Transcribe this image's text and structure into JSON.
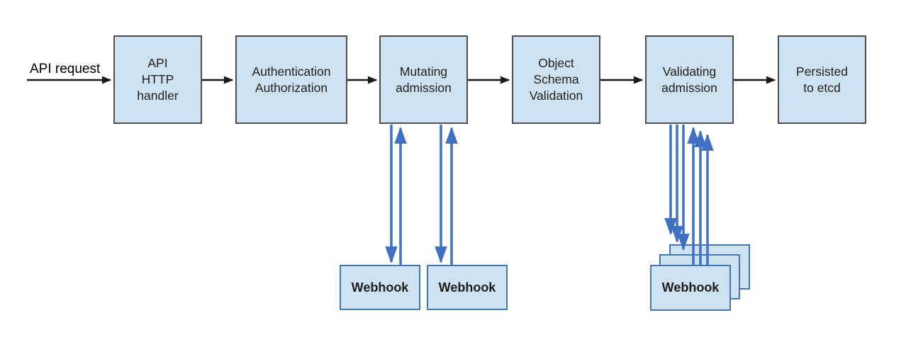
{
  "diagram": {
    "request_label": "API request",
    "nodes": [
      {
        "id": "api-http-handler",
        "label": "API\nHTTP\nhandler"
      },
      {
        "id": "authentication-authorization",
        "label": "Authentication\nAuthorization"
      },
      {
        "id": "mutating-admission",
        "label": "Mutating\nadmission"
      },
      {
        "id": "object-schema-validation",
        "label": "Object\nSchema\nValidation"
      },
      {
        "id": "validating-admission",
        "label": "Validating\nadmission"
      },
      {
        "id": "persisted-to-etcd",
        "label": "Persisted\nto etcd"
      }
    ],
    "webhooks": {
      "mutating": [
        {
          "label": "Webhook"
        },
        {
          "label": "Webhook"
        }
      ],
      "validating": {
        "front_label": "Webhook",
        "stack_count": 3
      }
    },
    "edges": [
      {
        "from": "api-request",
        "to": "api-http-handler",
        "style": "black-arrow"
      },
      {
        "from": "api-http-handler",
        "to": "authentication-authorization",
        "style": "black-arrow"
      },
      {
        "from": "authentication-authorization",
        "to": "mutating-admission",
        "style": "black-arrow"
      },
      {
        "from": "mutating-admission",
        "to": "object-schema-validation",
        "style": "black-arrow"
      },
      {
        "from": "object-schema-validation",
        "to": "validating-admission",
        "style": "black-arrow"
      },
      {
        "from": "validating-admission",
        "to": "persisted-to-etcd",
        "style": "black-arrow"
      },
      {
        "from": "mutating-admission",
        "to": "webhook-1",
        "style": "blue-bidirectional"
      },
      {
        "from": "mutating-admission",
        "to": "webhook-2",
        "style": "blue-bidirectional"
      },
      {
        "from": "validating-admission",
        "to": "webhook-stack",
        "style": "blue-bidirectional-x3"
      }
    ],
    "colors": {
      "background": "#ffffff",
      "node_fill": "#cfe2f1",
      "node_border": "#4d4d4d",
      "webhook_border": "#4377b4",
      "arrow_black": "#1a1a1a",
      "arrow_blue": "#3f70c1"
    }
  }
}
